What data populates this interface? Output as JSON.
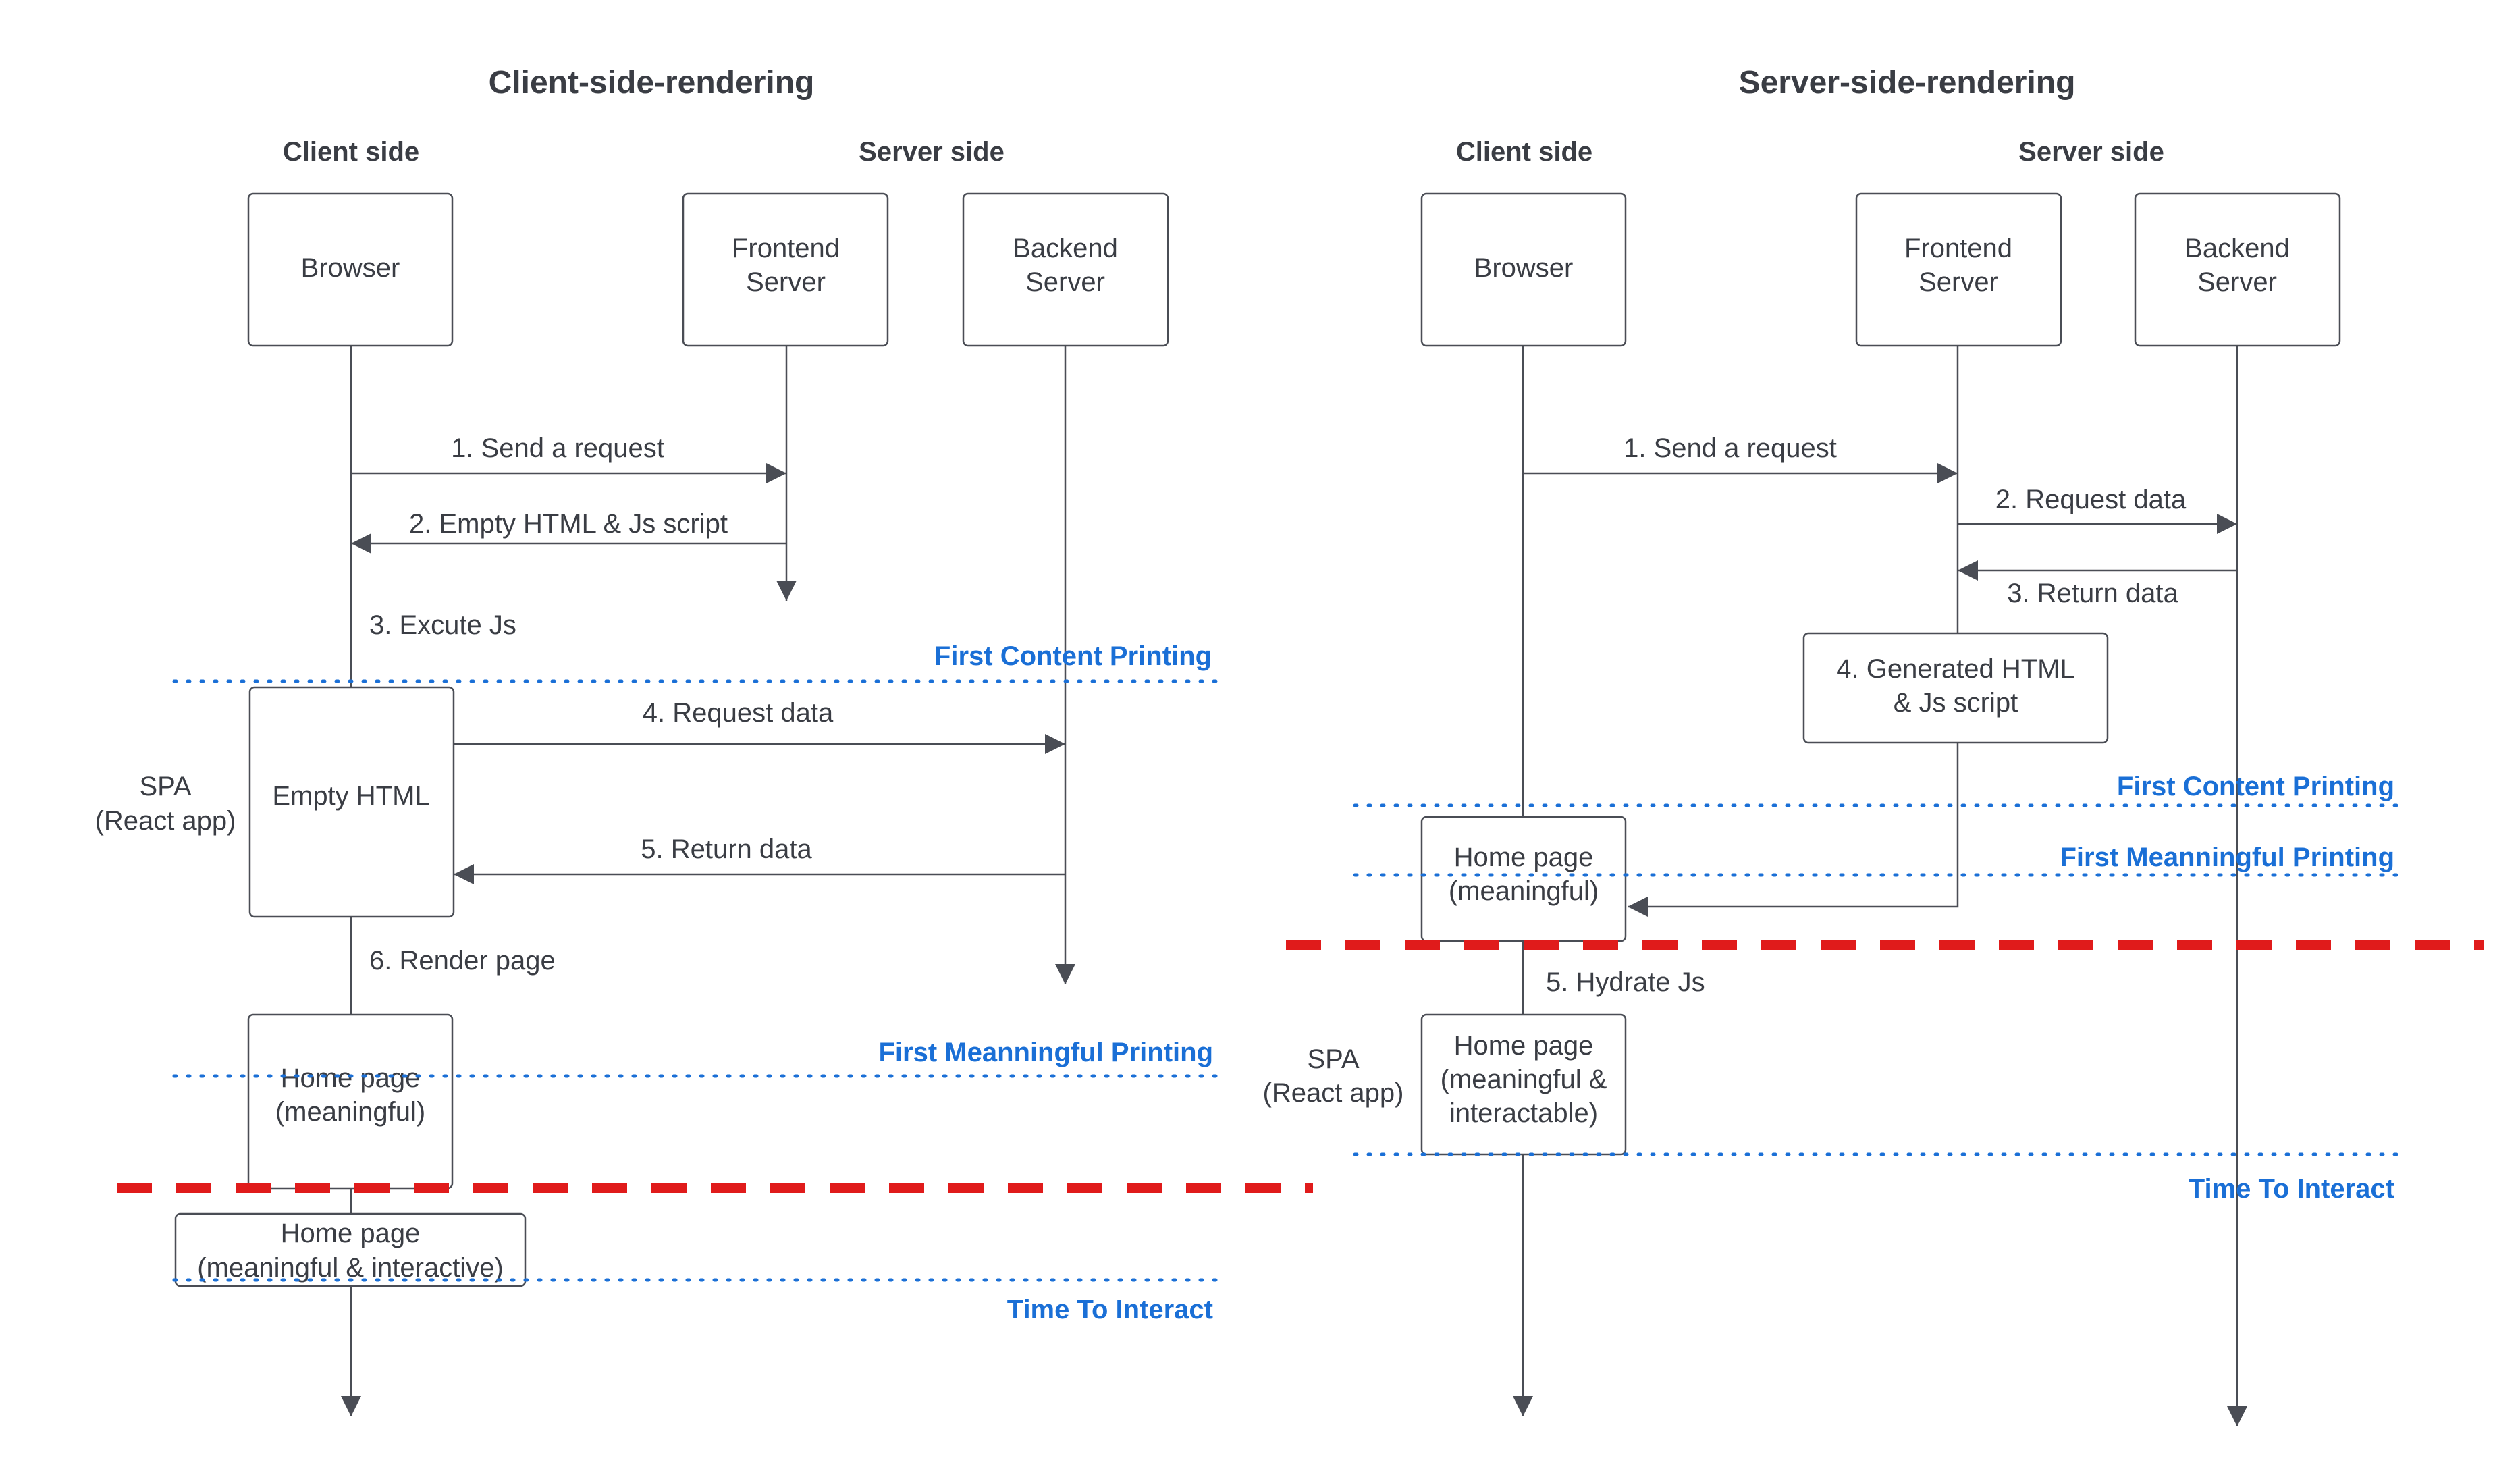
{
  "colors": {
    "text": "#3a3d44",
    "line": "#4a4d55",
    "milestone_blue": "#1a6fd6",
    "divider_red": "#e01b1b"
  },
  "csr": {
    "title": "Client-side-rendering",
    "client_header": "Client side",
    "server_header": "Server side",
    "participants": {
      "browser": [
        "Browser"
      ],
      "frontend": [
        "Frontend",
        "Server"
      ],
      "backend": [
        "Backend",
        "Server"
      ]
    },
    "messages": {
      "m1": "1. Send a request",
      "m2": "2. Empty HTML & Js script",
      "m3": "3. Excute Js",
      "m4": "4. Request data",
      "m5": "5. Return data",
      "m6": "6. Render page"
    },
    "boxes": {
      "empty_html": [
        "Empty HTML"
      ],
      "home_meaningful": [
        "Home page",
        "(meaningful)"
      ],
      "home_interactive": [
        "Home page",
        "(meaningful & interactive)"
      ]
    },
    "spa_label": [
      "SPA",
      "(React app)"
    ],
    "milestones": {
      "first_content": "First Content Printing",
      "first_meaningful": "First Meanningful Printing",
      "time_to_interact": "Time To Interact"
    }
  },
  "ssr": {
    "title": "Server-side-rendering",
    "client_header": "Client side",
    "server_header": "Server side",
    "participants": {
      "browser": [
        "Browser"
      ],
      "frontend": [
        "Frontend",
        "Server"
      ],
      "backend": [
        "Backend",
        "Server"
      ]
    },
    "messages": {
      "m1": "1. Send a request",
      "m2": "2. Request data",
      "m3": "3. Return data",
      "m5": "5. Hydrate Js"
    },
    "boxes": {
      "generated_html": [
        "4. Generated HTML",
        "& Js script"
      ],
      "home_meaningful": [
        "Home page",
        "(meaningful)"
      ],
      "home_interactable": [
        "Home page",
        "(meaningful &",
        "interactable)"
      ]
    },
    "spa_label": [
      "SPA",
      "(React app)"
    ],
    "milestones": {
      "first_content": "First Content Printing",
      "first_meaningful": "First Meanningful Printing",
      "time_to_interact": "Time To Interact"
    }
  }
}
